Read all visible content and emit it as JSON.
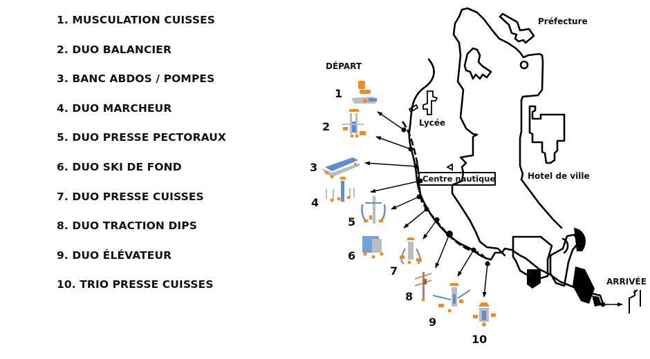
{
  "legend": {
    "items": [
      {
        "number": 1,
        "label": "1. MUSCULATION CUISSES"
      },
      {
        "number": 2,
        "label": "2. DUO BALANCIER"
      },
      {
        "number": 3,
        "label": "3. BANC ABDOS / POMPES"
      },
      {
        "number": 4,
        "label": "4. DUO MARCHEUR"
      },
      {
        "number": 5,
        "label": "5. DUO PRESSE PECTORAUX"
      },
      {
        "number": 6,
        "label": "6. DUO SKI DE FOND"
      },
      {
        "number": 7,
        "label": "7. DUO PRESSE CUISSES"
      },
      {
        "number": 8,
        "label": "8. DUO TRACTION DIPS"
      },
      {
        "number": 9,
        "label": "9. DUO ÉLÉVATEUR"
      },
      {
        "number": 10,
        "label": "10. TRIO PRESSE CUISSES"
      }
    ]
  },
  "map": {
    "start_label": "DÉPART",
    "finish_label": "ARRIVÉE",
    "places": {
      "prefecture": "Préfecture",
      "lycee": "Lycée",
      "centre_nautique": "Centre nautique",
      "hotel_de_ville": "Hotel de ville"
    },
    "station_numbers": [
      "1",
      "2",
      "3",
      "4",
      "5",
      "6",
      "7",
      "8",
      "9",
      "10"
    ],
    "colors": {
      "equipment_orange": "#f28a1e",
      "equipment_blue": "#5b8fd0",
      "equipment_grey": "#b9bec6",
      "ink": "#000000"
    }
  }
}
